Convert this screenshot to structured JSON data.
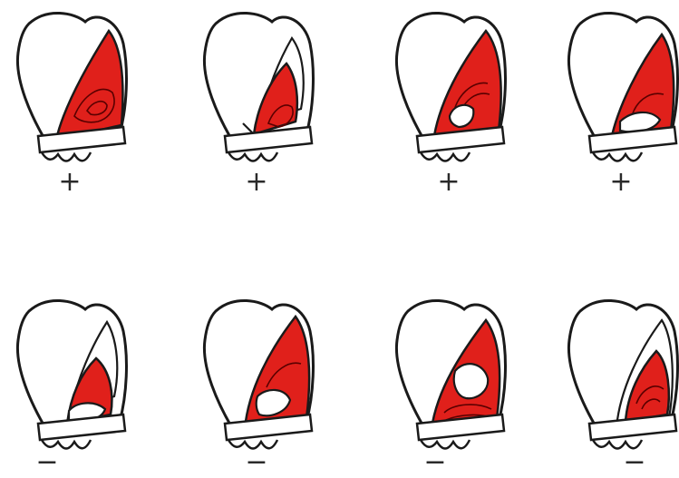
{
  "colors": {
    "lesion": "#e0201b",
    "outline": "#1a1a1a",
    "paper": "#ffffff",
    "lesion_lines": "#5a0000"
  },
  "panels": [
    {
      "row": "top",
      "sign": "+",
      "variant": "a"
    },
    {
      "row": "top",
      "sign": "+",
      "variant": "b"
    },
    {
      "row": "top",
      "sign": "+",
      "variant": "c"
    },
    {
      "row": "top",
      "sign": "+",
      "variant": "d"
    },
    {
      "row": "bottom",
      "sign": "−",
      "variant": "e"
    },
    {
      "row": "bottom",
      "sign": "−",
      "variant": "f"
    },
    {
      "row": "bottom",
      "sign": "−",
      "variant": "g"
    },
    {
      "row": "bottom",
      "sign": "−",
      "variant": "h"
    }
  ]
}
